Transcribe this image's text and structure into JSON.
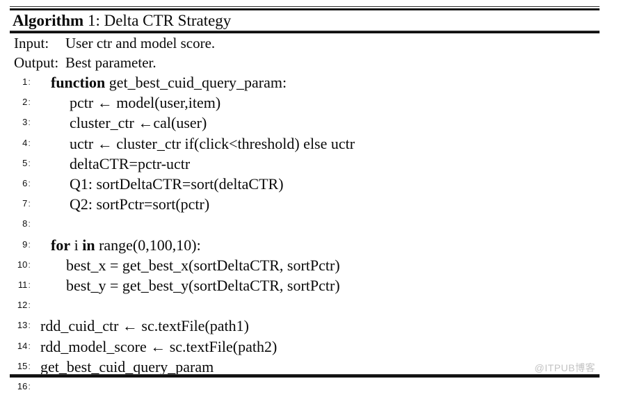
{
  "document": {
    "type": "algorithm-pseudocode-block",
    "title": {
      "keyword": "Algorithm",
      "rest": " 1: Delta CTR Strategy"
    },
    "io": {
      "input_label": "Input:",
      "input_value": "User ctr and model score.",
      "output_label": "Output:",
      "output_value": "Best parameter."
    },
    "lines": [
      {
        "no": "1",
        "indent": "ind-1",
        "kw": "function",
        "text": " get_best_cuid_query_param:"
      },
      {
        "no": "2",
        "indent": "ind-3",
        "kw": "",
        "text": "pctr ← model(user,item)"
      },
      {
        "no": "3",
        "indent": "ind-3",
        "kw": "",
        "text": "cluster_ctr ←cal(user)"
      },
      {
        "no": "4",
        "indent": "ind-3",
        "kw": "",
        "text": "uctr ← cluster_ctr if(click<threshold) else uctr"
      },
      {
        "no": "5",
        "indent": "ind-3",
        "kw": "",
        "text": "deltaCTR=pctr-uctr"
      },
      {
        "no": "6",
        "indent": "ind-3",
        "kw": "",
        "text": "Q1: sortDeltaCTR=sort(deltaCTR)"
      },
      {
        "no": "7",
        "indent": "ind-3",
        "kw": "",
        "text": "Q2: sortPctr=sort(pctr)"
      },
      {
        "no": "8",
        "indent": "ind-3",
        "kw": "",
        "text": ""
      },
      {
        "no": "9",
        "indent": "ind-1",
        "kw": "for",
        "text": " i ",
        "kw2": "in",
        "text2": " range(0,100,10):"
      },
      {
        "no": "10",
        "indent": "ind-2",
        "kw": "",
        "text": "best_x = get_best_x(sortDeltaCTR, sortPctr)"
      },
      {
        "no": "11",
        "indent": "ind-2",
        "kw": "",
        "text": "best_y = get_best_y(sortDeltaCTR, sortPctr)"
      },
      {
        "no": "12",
        "indent": "ind-2",
        "kw": "",
        "text": ""
      },
      {
        "no": "13",
        "indent": "ind-0",
        "kw": "",
        "text": "rdd_cuid_ctr ← sc.textFile(path1)"
      },
      {
        "no": "14",
        "indent": "ind-0",
        "kw": "",
        "text": "rdd_model_score ← sc.textFile(path2)"
      },
      {
        "no": "15",
        "indent": "ind-0",
        "kw": "",
        "text": "get_best_cuid_query_param"
      },
      {
        "no": "16",
        "indent": "ind-0",
        "kw": "",
        "text": ""
      }
    ],
    "watermark": "@ITPUB博客",
    "colors": {
      "text": "#0a0a0a",
      "rule": "#111111",
      "watermark": "#c3c3c3",
      "background": "#ffffff"
    }
  }
}
